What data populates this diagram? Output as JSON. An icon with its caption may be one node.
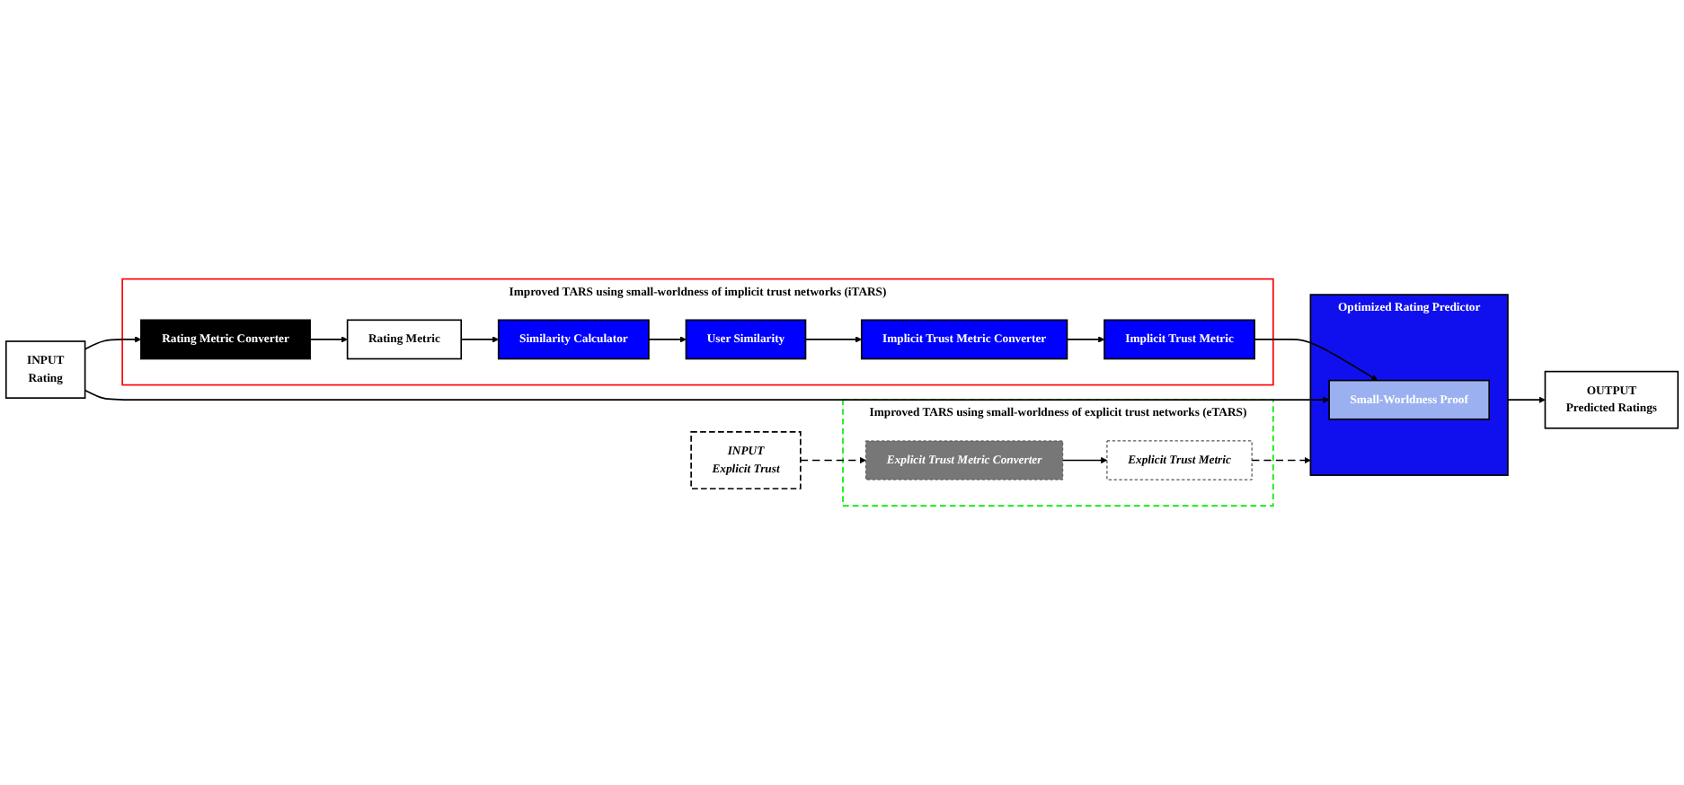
{
  "diagram": {
    "nodes": [
      {
        "text": [
          "Improved TARS using small-worldness of implicit trust networks (iTARS)"
        ]
      },
      {
        "text": [
          "INPUT",
          "Rating"
        ]
      },
      {
        "text": [
          "Rating Metric Converter"
        ],
        "in": 0
      },
      {
        "text": [
          "Rating Metric"
        ],
        "in": 0
      },
      {
        "text": [
          "Similarity Calculator"
        ],
        "in": 0
      },
      {
        "text": [
          "User Similarity"
        ],
        "in": 0
      },
      {
        "text": [
          "Implicit Trust Metric Converter"
        ],
        "in": 0
      },
      {
        "text": [
          "Implicit Trust Metric"
        ],
        "in": 0
      },
      {
        "text": [
          "Improved TARS using small-worldness of explicit trust networks (eTARS)"
        ]
      },
      {
        "text": [
          "INPUT",
          "Explicit Trust"
        ]
      },
      {
        "text": [
          "Explicit Trust Metric Converter"
        ],
        "in": 8
      },
      {
        "text": [
          "Explicit Trust Metric"
        ],
        "in": 8
      },
      {
        "text": [
          "Optimized Rating Predictor"
        ]
      },
      {
        "text": [
          "Small-Worldness Proof"
        ],
        "in": 12
      },
      {
        "text": [
          "OUTPUT",
          "Predicted Ratings"
        ]
      }
    ],
    "edges": [
      {
        "from": 1,
        "to": 2,
        "arrow": "to"
      },
      {
        "from": 2,
        "to": 3,
        "arrow": "to"
      },
      {
        "from": 3,
        "to": 4,
        "arrow": "to"
      },
      {
        "from": 4,
        "to": 5,
        "arrow": "to"
      },
      {
        "from": 5,
        "to": 6,
        "arrow": "to"
      },
      {
        "from": 6,
        "to": 7,
        "arrow": "to"
      },
      {
        "from": 7,
        "to": 13,
        "arrow": "to"
      },
      {
        "from": 1,
        "to": 13,
        "arrow": "to"
      },
      {
        "from": 9,
        "to": 10,
        "arrow": "to",
        "style": "dashed"
      },
      {
        "from": 10,
        "to": 11,
        "arrow": "to"
      },
      {
        "from": 11,
        "to": 12,
        "arrow": "to",
        "style": "dashed"
      },
      {
        "from": 12,
        "to": 14,
        "arrow": "to"
      }
    ]
  }
}
